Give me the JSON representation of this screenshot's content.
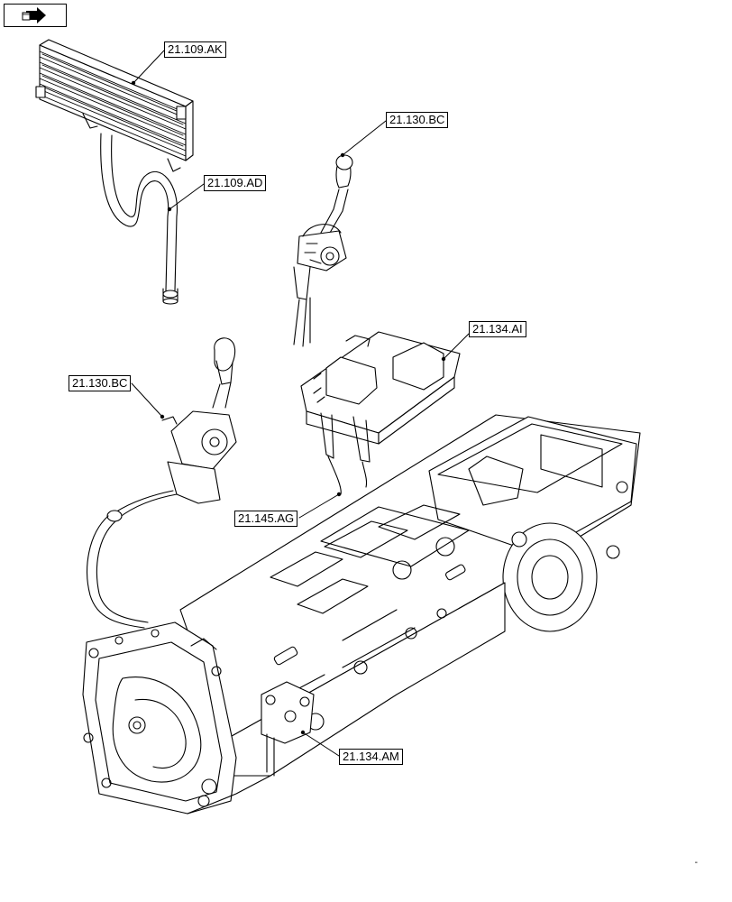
{
  "callouts": {
    "c1": "21.109.AK",
    "c2": "21.109.AD",
    "c3": "21.130.BC",
    "c4": "21.134.AI",
    "c5": "21.130.BC",
    "c6": "21.145.AG",
    "c7": "21.134.AM"
  },
  "nav": {
    "icon": "next-page-arrow-icon"
  },
  "footer": {
    "mark": "-"
  },
  "colors": {
    "line": "#000000",
    "background": "#ffffff"
  }
}
